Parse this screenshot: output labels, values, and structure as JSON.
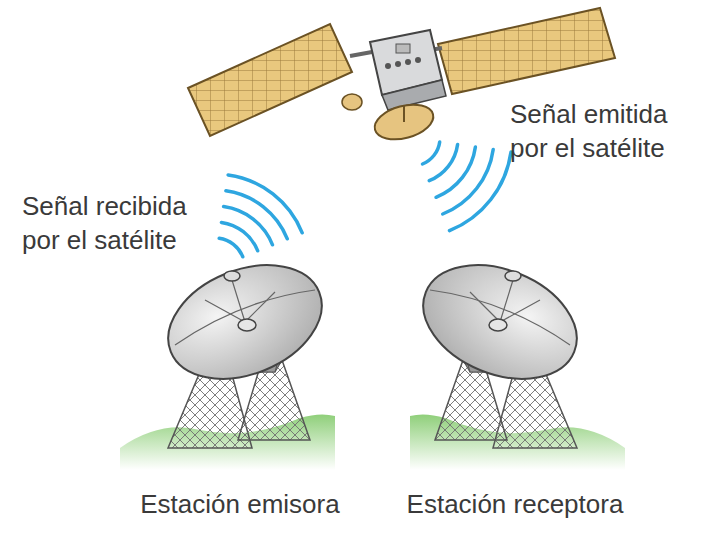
{
  "diagram": {
    "labels": [
      "Señal recibida por el satélite",
      "Señal emitida por el satélite",
      "Estación emisora",
      "Estación receptora"
    ]
  }
}
